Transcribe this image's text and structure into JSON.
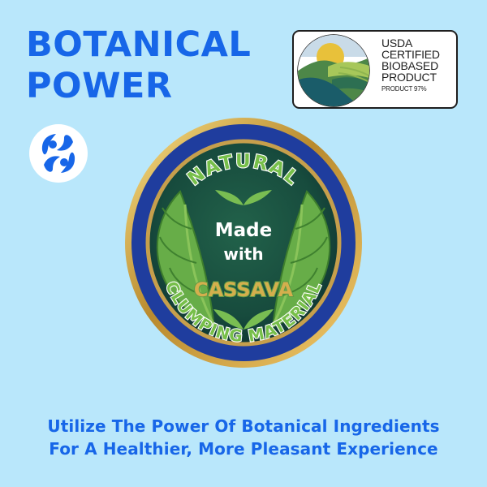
{
  "headline": {
    "line1": "BOTANICAL",
    "line2": "POWER"
  },
  "usda_badge": {
    "line1": "USDA",
    "line2": "CERTIFIED",
    "line3": "BIOBASED",
    "line4": "PRODUCT",
    "line5": "PRODUCT 97%"
  },
  "seal": {
    "top_arc_text": "NATURAL",
    "made_text": "Made",
    "with_text": "with",
    "cassava_text": "CASSAVA",
    "bottom_arc_text": "CLUMPING MATERIAL"
  },
  "tagline": {
    "line1": "Utilize The Power Of Botanical Ingredients",
    "line2": "For A Healthier, More Pleasant Experience"
  },
  "colors": {
    "background": "#b9e7fb",
    "blue": "#1766e8",
    "seal_outer": "#1f3d9e",
    "seal_inner": "#174c3e",
    "leaf_green": "#65a846",
    "gold": "#c7a044"
  },
  "icons": {
    "botanical": "botanical-leaf-people-icon",
    "usda": "usda-biobased-sun-hills-icon",
    "seal_leaf": "sprout-icon"
  }
}
